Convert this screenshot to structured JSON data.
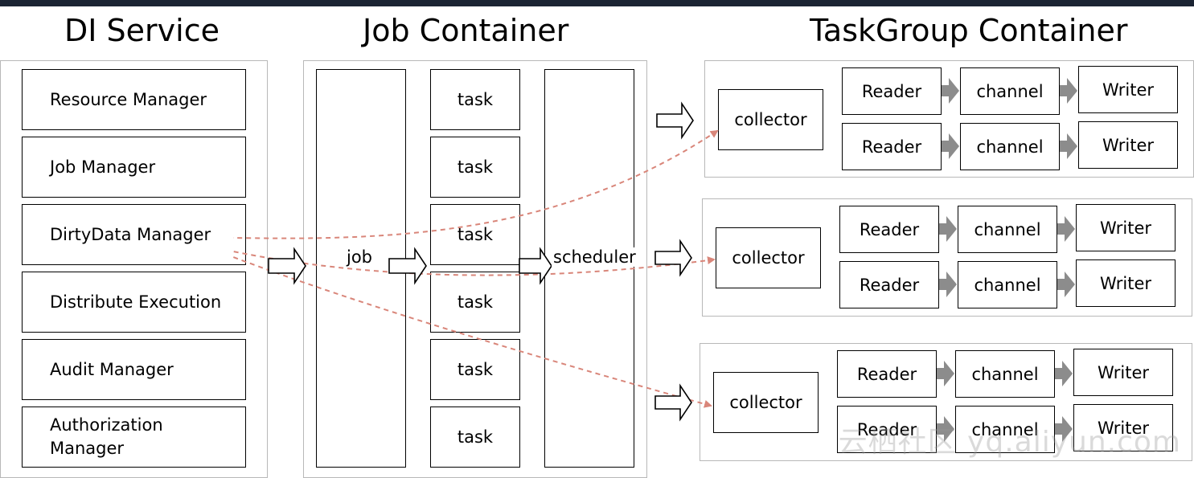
{
  "titles": {
    "di_service": "DI Service",
    "job_container": "Job Container",
    "taskgroup_container": "TaskGroup Container"
  },
  "di_service": {
    "items": [
      "Resource Manager",
      "Job Manager",
      "DirtyData Manager",
      "Distribute Execution",
      "Audit Manager",
      "Authorization Manager"
    ]
  },
  "job_container": {
    "job_label": "job",
    "scheduler_label": "scheduler",
    "tasks": [
      "task",
      "task",
      "task",
      "task",
      "task",
      "task"
    ]
  },
  "taskgroups": [
    {
      "collector": "collector",
      "rows": [
        {
          "reader": "Reader",
          "channel": "channel",
          "writer": "Writer"
        },
        {
          "reader": "Reader",
          "channel": "channel",
          "writer": "Writer"
        }
      ]
    },
    {
      "collector": "collector",
      "rows": [
        {
          "reader": "Reader",
          "channel": "channel",
          "writer": "Writer"
        },
        {
          "reader": "Reader",
          "channel": "channel",
          "writer": "Writer"
        }
      ]
    },
    {
      "collector": "collector",
      "rows": [
        {
          "reader": "Reader",
          "channel": "channel",
          "writer": "Writer"
        },
        {
          "reader": "Reader",
          "channel": "channel",
          "writer": "Writer"
        }
      ]
    }
  ],
  "watermark": "云栖社区 yq.aliyun.com",
  "colors": {
    "dashed_link": "#d9867a",
    "flow_arrow": "#8c8c8c",
    "panel_border": "#b8b8b8"
  }
}
